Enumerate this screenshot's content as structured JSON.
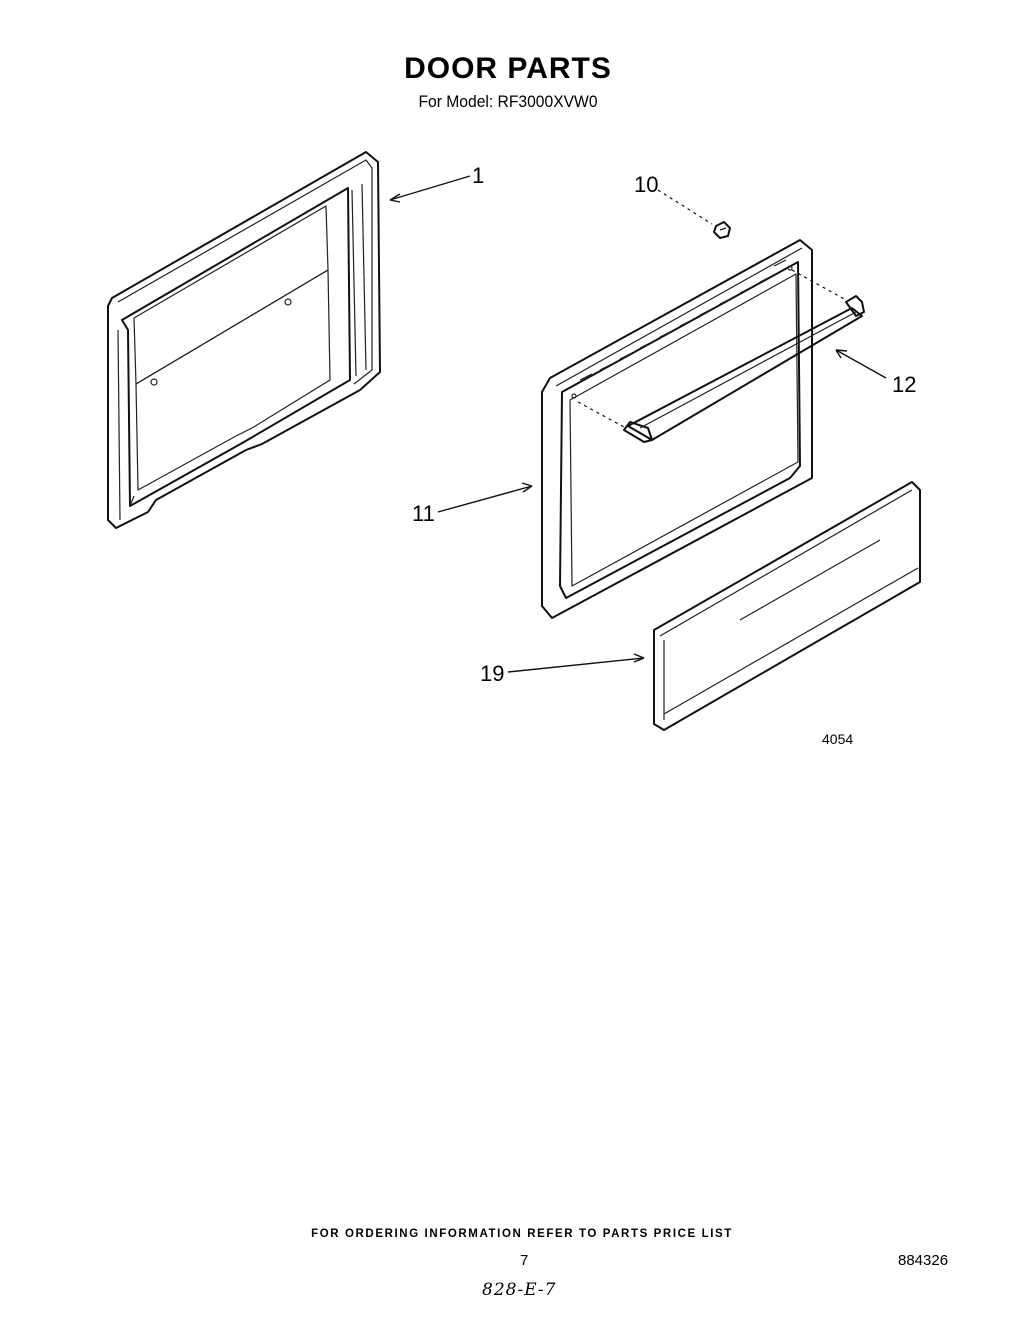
{
  "header": {
    "title": "DOOR PARTS",
    "subtitle": "For Model: RF3000XVW0"
  },
  "callouts": {
    "c1": "1",
    "c10": "10",
    "c11": "11",
    "c12": "12",
    "c19": "19"
  },
  "diagram_id": "4054",
  "footer": {
    "note": "FOR ORDERING INFORMATION REFER TO PARTS PRICE LIST",
    "page_number": "7",
    "document_number": "884326",
    "handwritten": "828-E-7"
  }
}
